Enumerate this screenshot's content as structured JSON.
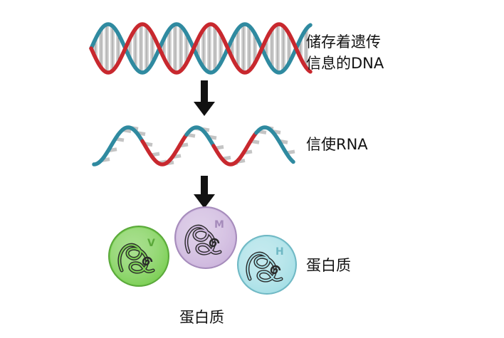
{
  "labels": {
    "dna_line1": "储存着遗传",
    "dna_line2": "信息的DNA",
    "rna": "信使RNA",
    "protein": "蛋白质",
    "bottom": "蛋白质"
  },
  "proteins": [
    {
      "letter": "V",
      "fill": "#7ccf55",
      "rim": "#5aa83a"
    },
    {
      "letter": "M",
      "fill": "#cdb6dd",
      "rim": "#a58bbb"
    },
    {
      "letter": "H",
      "fill": "#a6dfe6",
      "rim": "#6fb8c4"
    }
  ],
  "colors": {
    "strand_red": "#c8282e",
    "strand_teal": "#2f8aa0",
    "rungs": "#bfbfbf",
    "arrow": "#111111"
  }
}
